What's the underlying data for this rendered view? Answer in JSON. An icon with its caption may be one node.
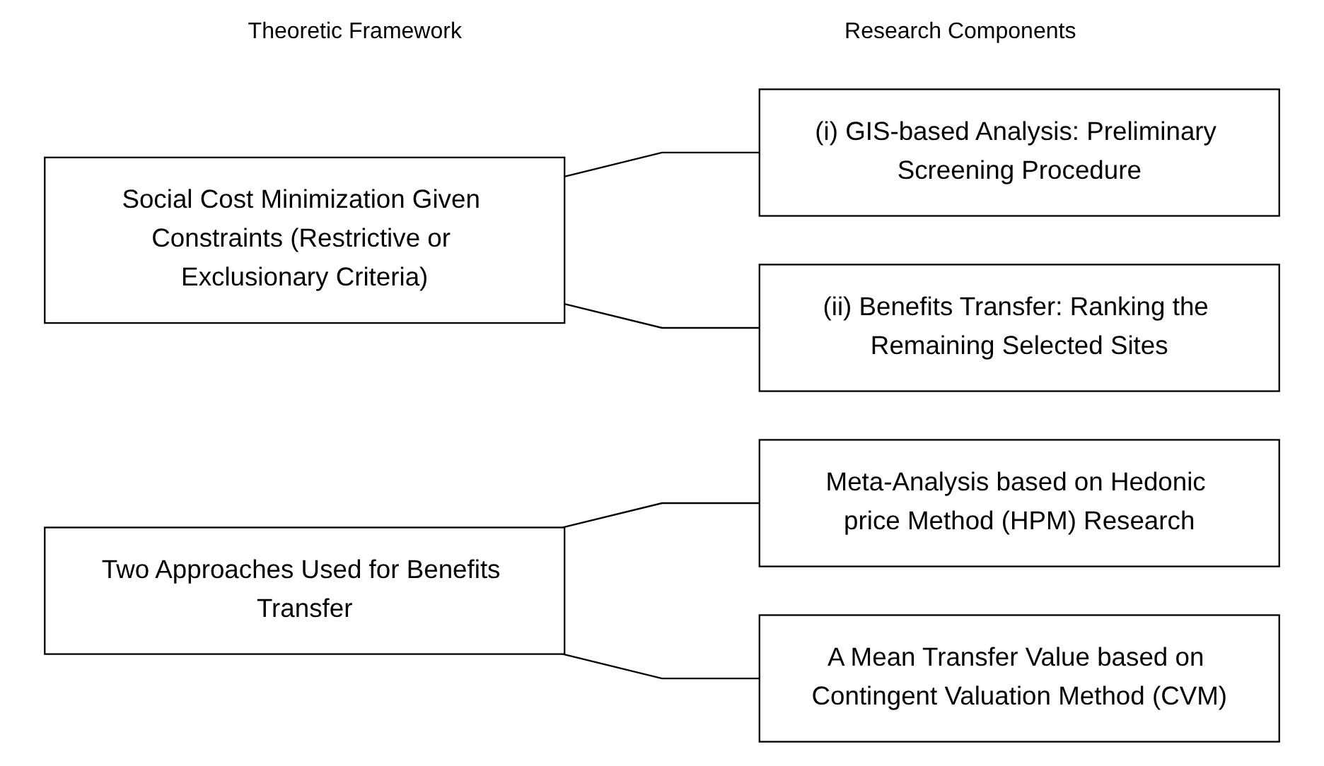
{
  "diagram": {
    "nodes": [
      {
        "text": [
          "Social Cost Minimization Given Constraints (Restrictive or Exclusionary Criteria)"
        ]
      },
      {
        "text": [
          "(i) GIS-based Analysis: Preliminary Screening Procedure"
        ]
      },
      {
        "text": [
          "(ii) Benefits Transfer: Ranking the Remaining Selected Sites"
        ]
      },
      {
        "text": [
          "Two Approaches Used for Benefits Transfer"
        ]
      },
      {
        "text": [
          "Meta-Analysis based on Hedonic price Method (HPM) Research"
        ]
      },
      {
        "text": [
          "A Mean Transfer Value based on Contingent Valuation Method (CVM)"
        ]
      }
    ],
    "edges": [
      {
        "from": 0,
        "to": 1,
        "arrow": "none"
      },
      {
        "from": 0,
        "to": 2,
        "arrow": "none"
      },
      {
        "from": 3,
        "to": 4,
        "arrow": "none"
      },
      {
        "from": 3,
        "to": 5,
        "arrow": "none"
      }
    ],
    "labels": [
      "Theoretic Framework",
      "Research Components"
    ]
  }
}
